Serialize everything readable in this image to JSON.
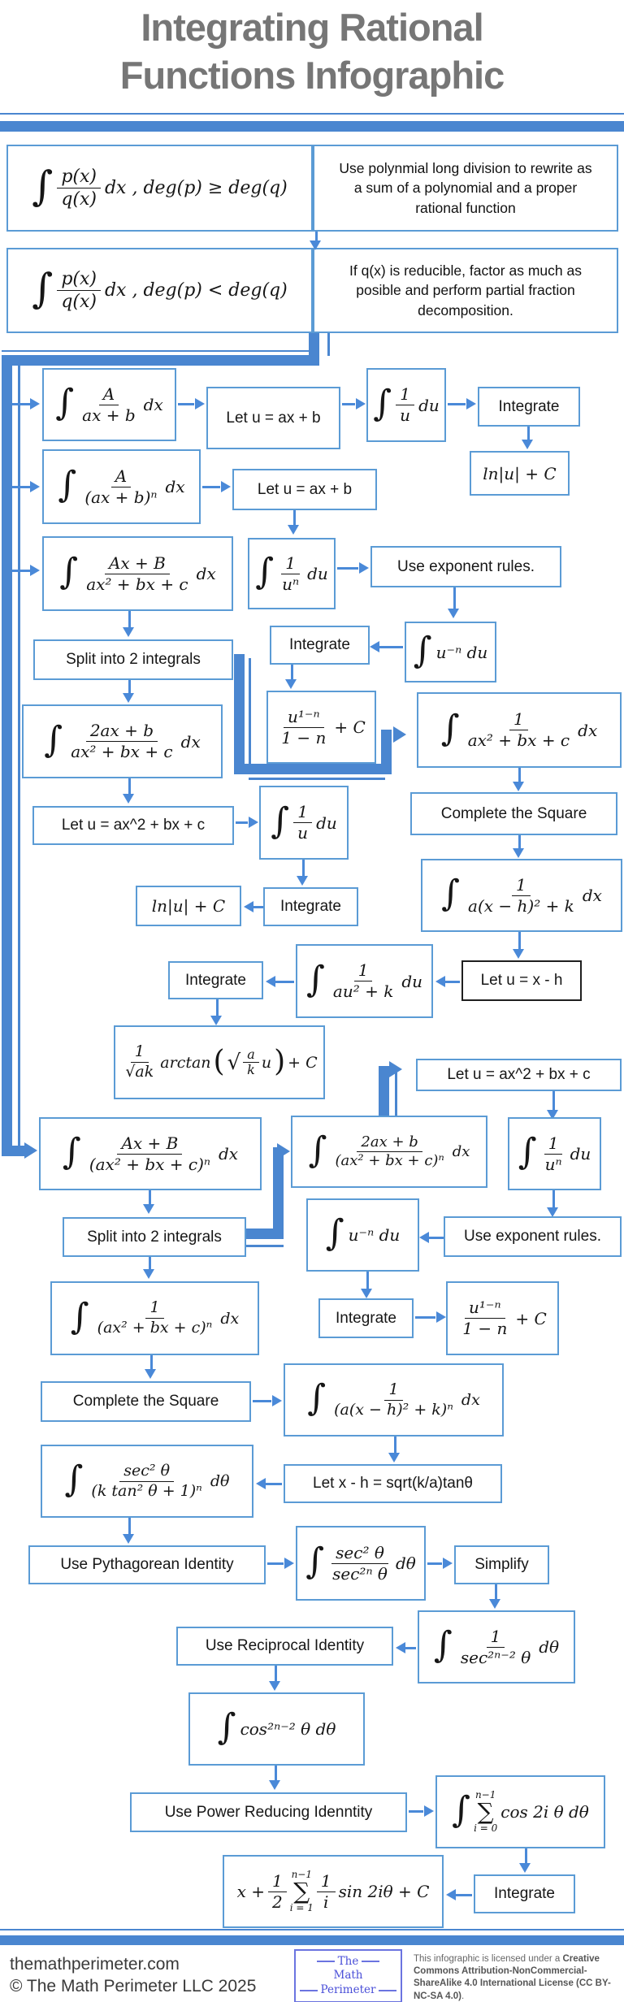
{
  "title": {
    "line1": "Integrating Rational",
    "line2": "Functions Infographic"
  },
  "colors": {
    "accent_blue": "#4a86d0",
    "box_border_blue": "#5b9bd5",
    "title_gray": "#767676",
    "black_box_border": "#1f1f1f",
    "logo_blue": "#4a4fd8"
  },
  "sym": {
    "integral": "∫",
    "sigma": "∑"
  },
  "flow": {
    "top": {
      "case1": {
        "num": "p(x)",
        "den": "q(x)",
        "tail": "dx , deg(p) ≥ deg(q)"
      },
      "step1": "Use polynmial long division to rewrite as a sum of a polynomial and a proper rational function",
      "case2": {
        "num": "p(x)",
        "den": "q(x)",
        "tail": "dx , deg(p) < deg(q)"
      },
      "step2": "If q(x) is reducible, factor as much as posible and perform partial fraction decomposition."
    },
    "lin": {
      "f": {
        "num": "A",
        "den": "ax + b",
        "tail": "dx"
      },
      "sub": "Let u = ax + b",
      "fu": {
        "num": "1",
        "den": "u",
        "tail": "du"
      },
      "step": "Integrate",
      "res": "ln|u| + C"
    },
    "linN": {
      "f": {
        "num": "A",
        "den": "(ax + b)ⁿ",
        "tail": "dx"
      },
      "sub": "Let u = ax + b",
      "fu": {
        "num": "1",
        "den": "uⁿ",
        "tail": "du"
      },
      "step": "Use exponent rules.",
      "fneg": "u⁻ⁿ du",
      "step2": "Integrate",
      "res": {
        "num": "u¹⁻ⁿ",
        "den": "1 − n",
        "tail": "+ C"
      }
    },
    "quad": {
      "f": {
        "num": "Ax + B",
        "den": "ax² + bx + c",
        "tail": "dx"
      },
      "split": "Split into 2 integrals",
      "d1": {
        "num": "2ax + b",
        "den": "ax² + bx + c",
        "tail": "dx"
      },
      "sub": "Let u = ax^2 + bx + c",
      "fu": {
        "num": "1",
        "den": "u",
        "tail": "du"
      },
      "step": "Integrate",
      "res": "ln|u| + C",
      "d2": {
        "num": "1",
        "den": "ax² + bx + c",
        "tail": "dx"
      },
      "cts": "Complete the Square",
      "f2": {
        "num": "1",
        "den": "a(x − h)² + k",
        "tail": "dx"
      },
      "sub2": "Let u = x - h",
      "f3": {
        "num": "1",
        "den": "au² + k",
        "tail": "du"
      },
      "step2": "Integrate",
      "res2": {
        "num": "1",
        "den": "√ak",
        "fn": "arctan",
        "lp": "(",
        "rad": "√",
        "rnum": "a",
        "rden": "k",
        "u": "u",
        "rp": ")",
        "tail": "+ C"
      }
    },
    "quadN": {
      "f": {
        "num": "Ax + B",
        "den": "(ax² + bx + c)ⁿ",
        "tail": "dx"
      },
      "split": "Split into 2 integrals",
      "d1": {
        "num": "2ax + b",
        "den": "(ax² + bx + c)ⁿ",
        "tail": "dx"
      },
      "sub": "Let u = ax^2 + bx + c",
      "fu": {
        "num": "1",
        "den": "uⁿ",
        "tail": "du"
      },
      "step": "Use exponent rules.",
      "fneg": "u⁻ⁿ du",
      "step2": "Integrate",
      "res": {
        "num": "u¹⁻ⁿ",
        "den": "1 − n",
        "tail": "+ C"
      },
      "d2": {
        "num": "1",
        "den": "(ax² + bx + c)ⁿ",
        "tail": "dx"
      },
      "cts": "Complete the Square",
      "f2": {
        "num": "1",
        "den": "(a(x − h)² + k)ⁿ",
        "tail": "dx"
      },
      "sub2": "Let x - h = sqrt(k/a)tanθ",
      "f3": {
        "num": "sec² θ",
        "den": "(k tan² θ + 1)ⁿ",
        "tail": "dθ"
      },
      "step3": "Use Pythagorean Identity",
      "f4": {
        "num": "sec² θ",
        "den": "sec²ⁿ θ",
        "tail": "dθ"
      },
      "step4": "Simplify",
      "f5": {
        "num": "1",
        "den": "sec²ⁿ⁻² θ",
        "tail": "dθ"
      },
      "step5": "Use Reciprocal Identity",
      "f6": "cos²ⁿ⁻² θ dθ",
      "step6": "Use Power Reducing Idenntity",
      "f7": {
        "top": "n−1",
        "bot": "i = 0",
        "tail": "cos 2i θ dθ"
      },
      "step7": "Integrate",
      "res2": {
        "lead": "x +",
        "fnum": "1",
        "fden": "2",
        "top": "n−1",
        "bot": "i = 1",
        "f2num": "1",
        "f2den": "i",
        "tail": "sin 2iθ + C"
      }
    }
  },
  "footer": {
    "site": "themathperimeter.com",
    "copyright": "© The Math Perimeter LLC 2025",
    "logo": {
      "line1": "The",
      "line2": "Math",
      "line3": "Perimeter"
    },
    "license_pre": "This infographic is licensed under a ",
    "license_bold": "Creative Commons Attribution-NonCommercial-ShareAlike 4.0 International License (CC BY-NC-SA 4.0)",
    "license_post": "."
  }
}
